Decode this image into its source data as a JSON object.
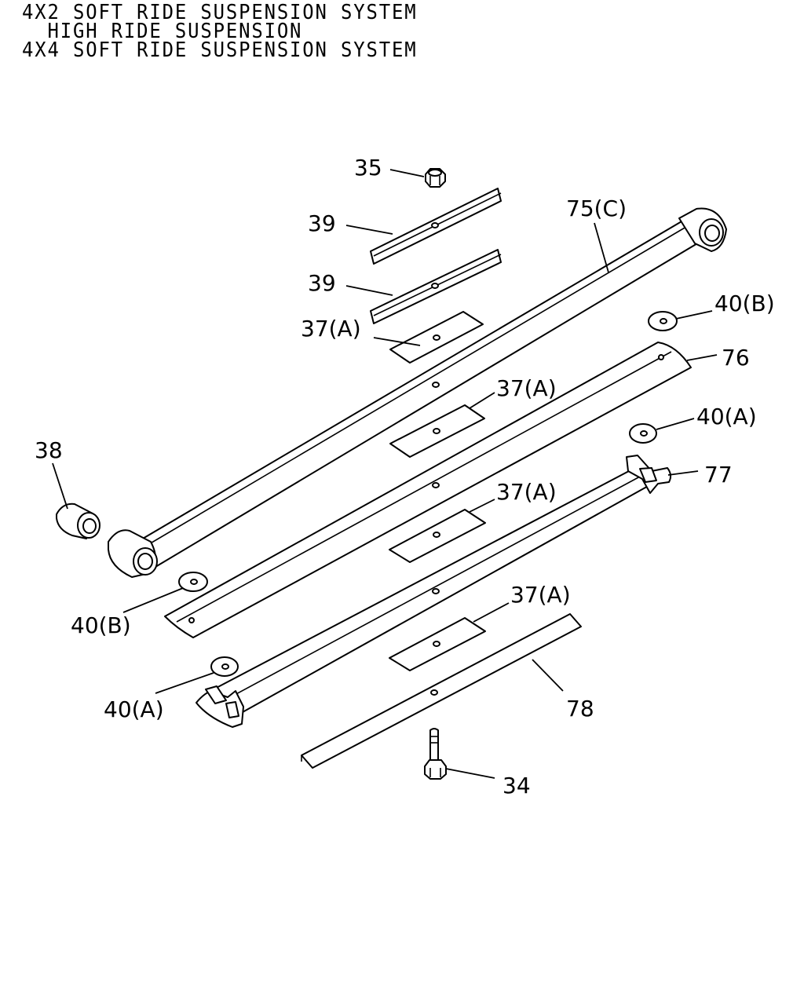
{
  "header": {
    "line1": "4X2 SOFT RIDE SUSPENSION SYSTEM",
    "line2": "  HIGH RIDE SUSPENSION",
    "line3": "4X4 SOFT RIDE SUSPENSION SYSTEM"
  },
  "callouts": {
    "c35": "35",
    "c39a": "39",
    "c39b": "39",
    "c75c": "75(C)",
    "c40b_top": "40(B)",
    "c37a_1": "37(A)",
    "c76": "76",
    "c37a_2": "37(A)",
    "c40a_top": "40(A)",
    "c38": "38",
    "c77": "77",
    "c37a_3": "37(A)",
    "c40b_bot": "40(B)",
    "c37a_4": "37(A)",
    "c40a_bot": "40(A)",
    "c78": "78",
    "c34": "34"
  }
}
